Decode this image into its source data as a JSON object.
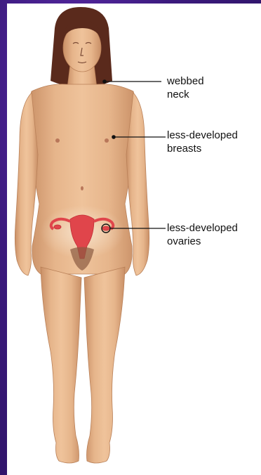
{
  "labels": {
    "webbed_neck": {
      "line1": "webbed",
      "line2": "neck"
    },
    "breasts": {
      "line1": "less-developed",
      "line2": "breasts"
    },
    "ovaries": {
      "line1": "less-developed",
      "line2": "ovaries"
    }
  },
  "colors": {
    "background": "#3b1a7d",
    "panel": "#ffffff",
    "skin": "#e8b98f",
    "skin_shadow": "#c98f66",
    "hair": "#5a2a1c",
    "uterus": "#e0454b",
    "leader_line": "#111111"
  }
}
